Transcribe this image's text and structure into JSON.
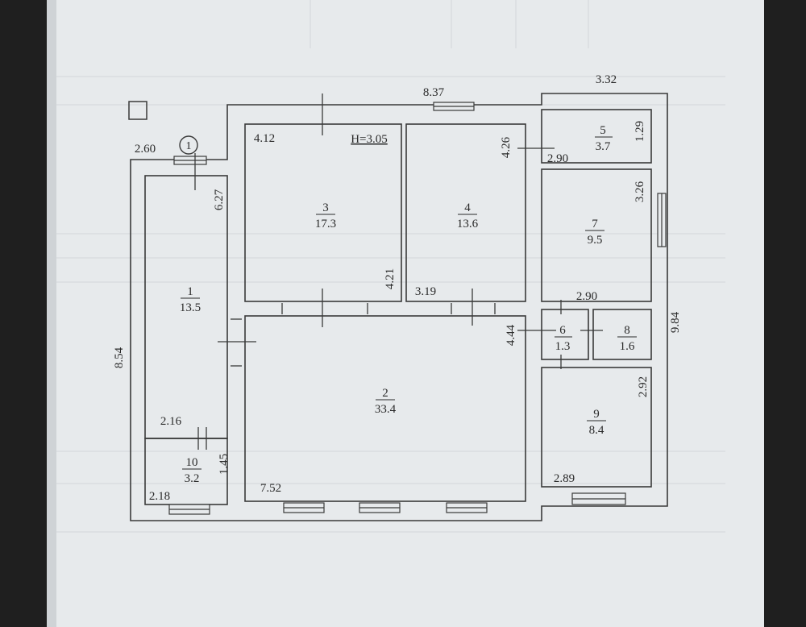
{
  "plan": {
    "legend_square": "",
    "height_label": "H=3.05",
    "marker": "1",
    "rooms": [
      {
        "num": "1",
        "area": "13.5"
      },
      {
        "num": "2",
        "area": "33.4"
      },
      {
        "num": "3",
        "area": "17.3"
      },
      {
        "num": "4",
        "area": "13.6"
      },
      {
        "num": "5",
        "area": "3.7"
      },
      {
        "num": "6",
        "area": "1.3"
      },
      {
        "num": "7",
        "area": "9.5"
      },
      {
        "num": "8",
        "area": "1.6"
      },
      {
        "num": "9",
        "area": "8.4"
      },
      {
        "num": "10",
        "area": "3.2"
      }
    ],
    "dimensions": [
      "8.37",
      "3.32",
      "4.12",
      "4.26",
      "2.90",
      "1.29",
      "2.60",
      "6.27",
      "3.26",
      "4.21",
      "3.19",
      "2.90",
      "4.44",
      "9.84",
      "8.54",
      "2.92",
      "2.16",
      "1.45",
      "2.18",
      "7.52",
      "2.89"
    ]
  },
  "colors": {
    "paper": "#e7eaec",
    "line": "#3a3a3a",
    "background": "#1f1f1f"
  }
}
